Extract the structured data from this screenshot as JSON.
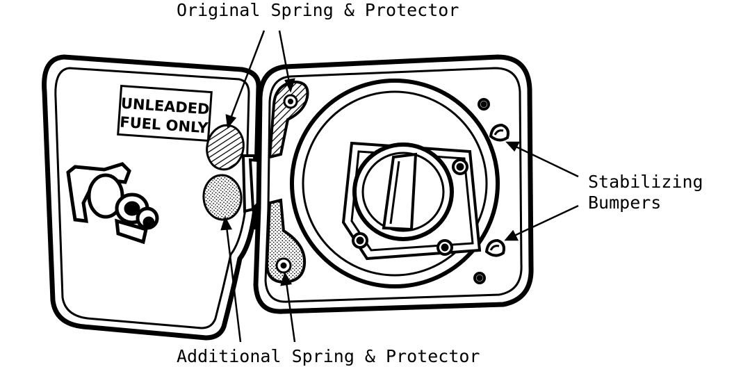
{
  "labels": {
    "original_spring": "Original Spring & Protector",
    "additional_spring": "Additional Spring & Protector",
    "stabilizing_line1": "Stabilizing",
    "stabilizing_line2": "Bumpers"
  },
  "decal": {
    "line1": "UNLEADED",
    "line2": "FUEL ONLY"
  },
  "colors": {
    "ink": "#000000",
    "paper": "#ffffff"
  }
}
